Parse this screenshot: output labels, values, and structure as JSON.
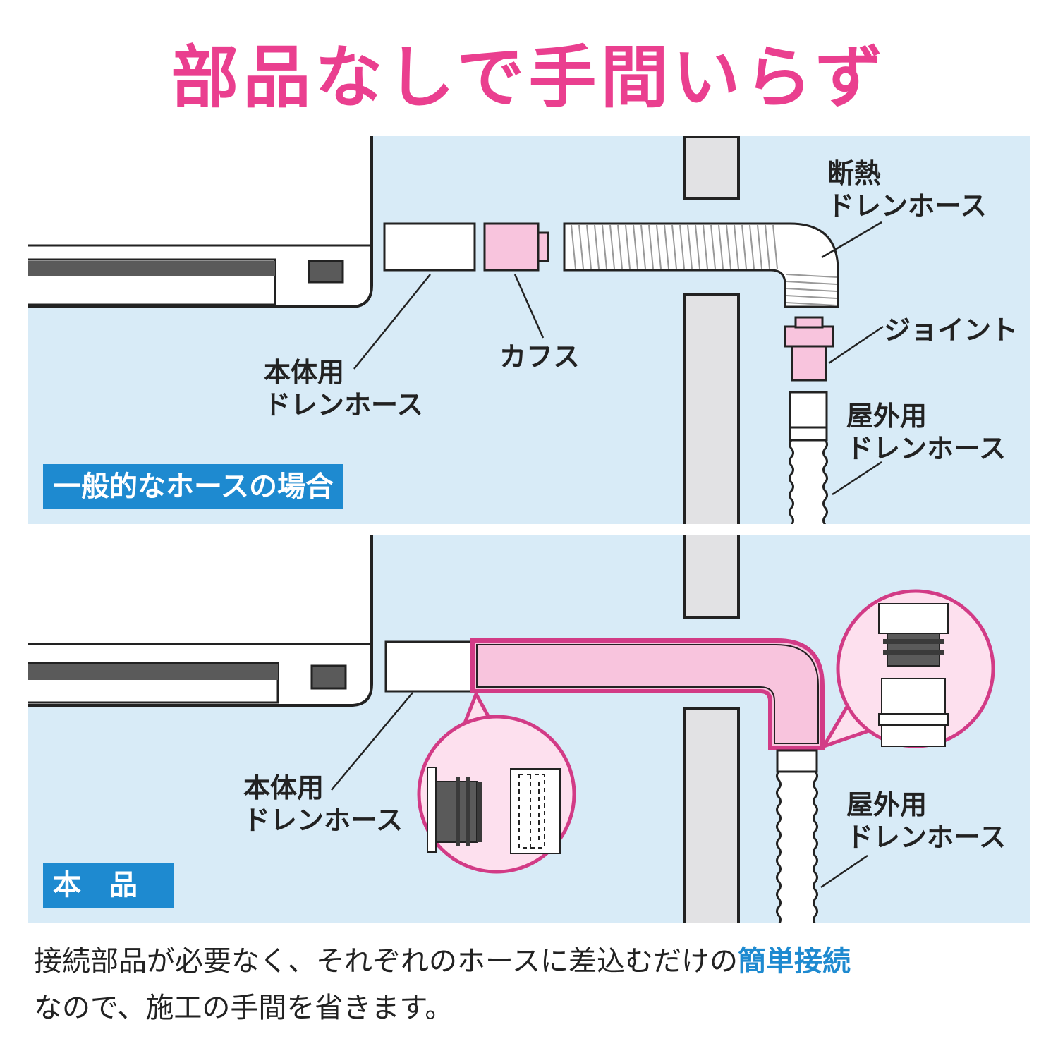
{
  "title": "部品なしで手間いらず",
  "colors": {
    "title": "#ea3f8f",
    "accent_blue": "#1e8ad0",
    "panel_bg": "#d8ebf7",
    "pink_part": "#f8c4dd",
    "pink_outline": "#d23b86",
    "wall": "#e2e2e4",
    "dark_gray": "#5a5a5a"
  },
  "top_panel": {
    "badge": "一般的なホースの場合",
    "labels": {
      "body_hose": "本体用\nドレンホース",
      "cuffs": "カフス",
      "insulated_hose": "断熱\nドレンホース",
      "joint": "ジョイント",
      "outdoor_hose": "屋外用\nドレンホース"
    }
  },
  "bottom_panel": {
    "badge": "本　品",
    "labels": {
      "body_hose": "本体用\nドレンホース",
      "outdoor_hose": "屋外用\nドレンホース"
    }
  },
  "description": {
    "before": "接続部品が必要なく、それぞれのホースに差込むだけの",
    "highlight": "簡単接続",
    "after": "なので、施工の手間を省きます。"
  }
}
